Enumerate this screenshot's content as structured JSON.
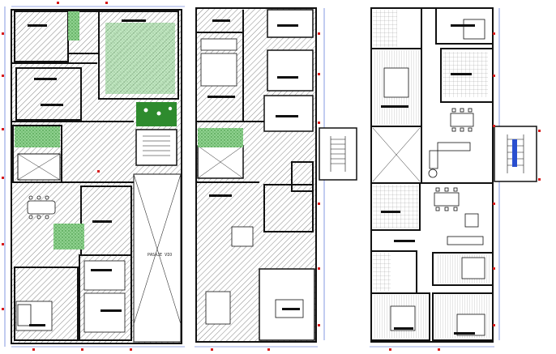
{
  "drawing": {
    "street_label": "PASAJE VIO",
    "colors": {
      "background": "#ffffff",
      "wall": "#111111",
      "hatch": "#555555",
      "garden": "#2e8b2e",
      "garden_light": "#9fd79f",
      "axis_marker": "#d81b1b",
      "dimension": "#3355cc"
    },
    "sheets": [
      {
        "name": "plan-left",
        "hatched": true
      },
      {
        "name": "plan-middle",
        "hatched": true
      },
      {
        "name": "plan-right",
        "hatched": false
      }
    ]
  }
}
